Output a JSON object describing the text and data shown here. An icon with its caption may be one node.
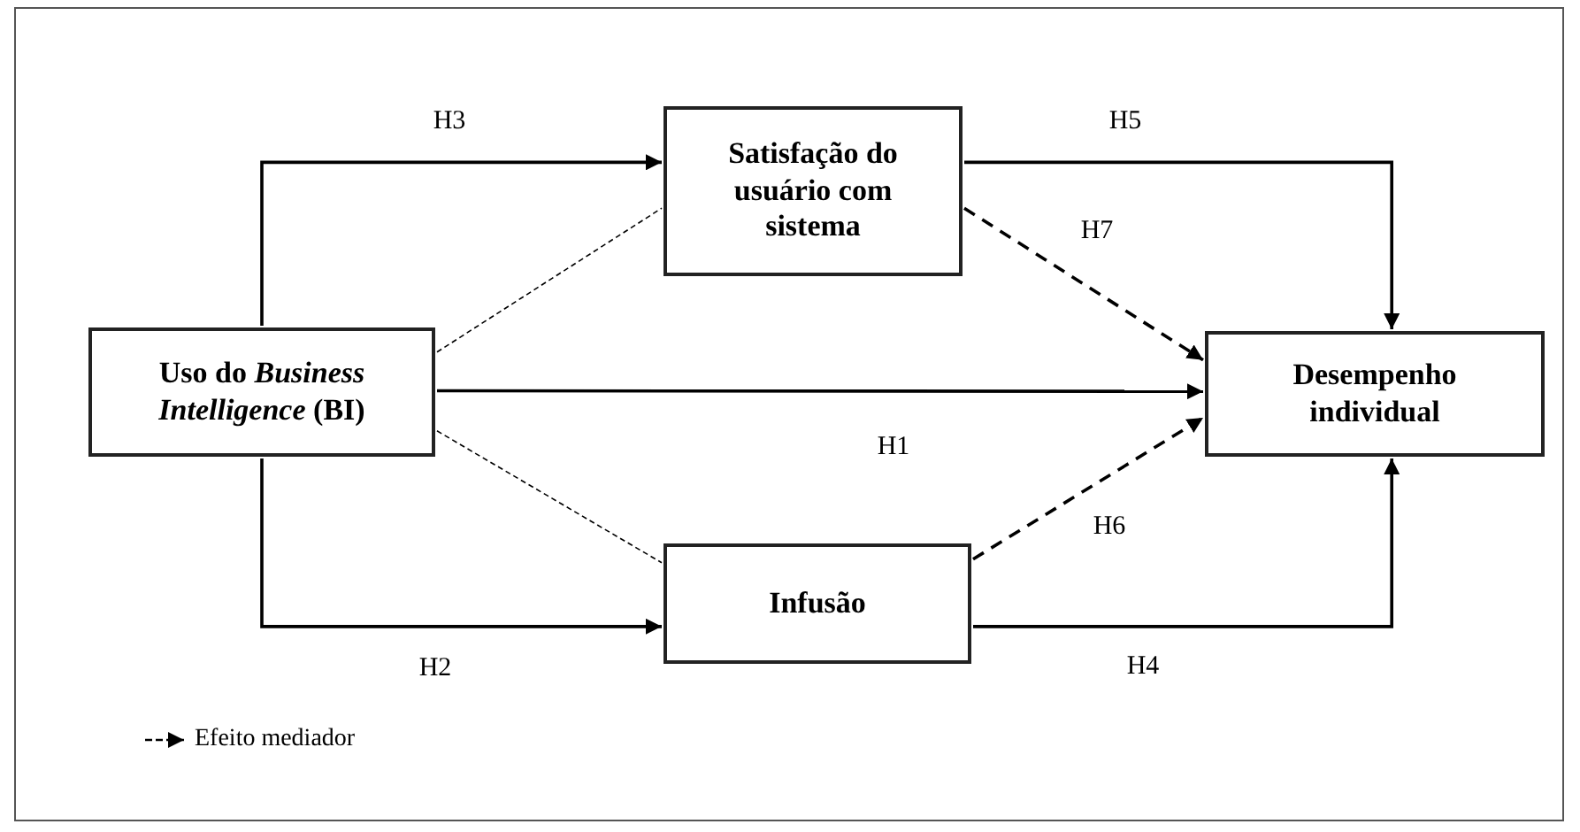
{
  "diagram": {
    "nodes": [
      {
        "text": [
          "Uso do *Business Intelligence* (BI)"
        ]
      },
      {
        "text": [
          "Satisfação do usuário com sistema"
        ]
      },
      {
        "text": [
          "Infusão"
        ]
      },
      {
        "text": [
          "Desempenho individual"
        ]
      }
    ],
    "edges": [
      {
        "from": 0,
        "to": 3,
        "arrow": "to",
        "label": "H1"
      },
      {
        "from": 0,
        "to": 2,
        "arrow": "to",
        "label": "H2"
      },
      {
        "from": 0,
        "to": 1,
        "arrow": "to",
        "label": "H3"
      },
      {
        "from": 2,
        "to": 3,
        "arrow": "to",
        "label": "H4"
      },
      {
        "from": 1,
        "to": 3,
        "arrow": "to",
        "label": "H5"
      },
      {
        "from": 2,
        "to": 3,
        "arrow": "to",
        "label": "H6",
        "style": "dashed"
      },
      {
        "from": 1,
        "to": 3,
        "arrow": "to",
        "label": "H7",
        "style": "dashed"
      },
      {
        "from": 0,
        "to": 1,
        "arrow": "none",
        "style": "dashed"
      },
      {
        "from": 0,
        "to": 2,
        "arrow": "none",
        "style": "dashed"
      }
    ],
    "legend": [
      {
        "text": "Efeito mediador"
      }
    ]
  }
}
